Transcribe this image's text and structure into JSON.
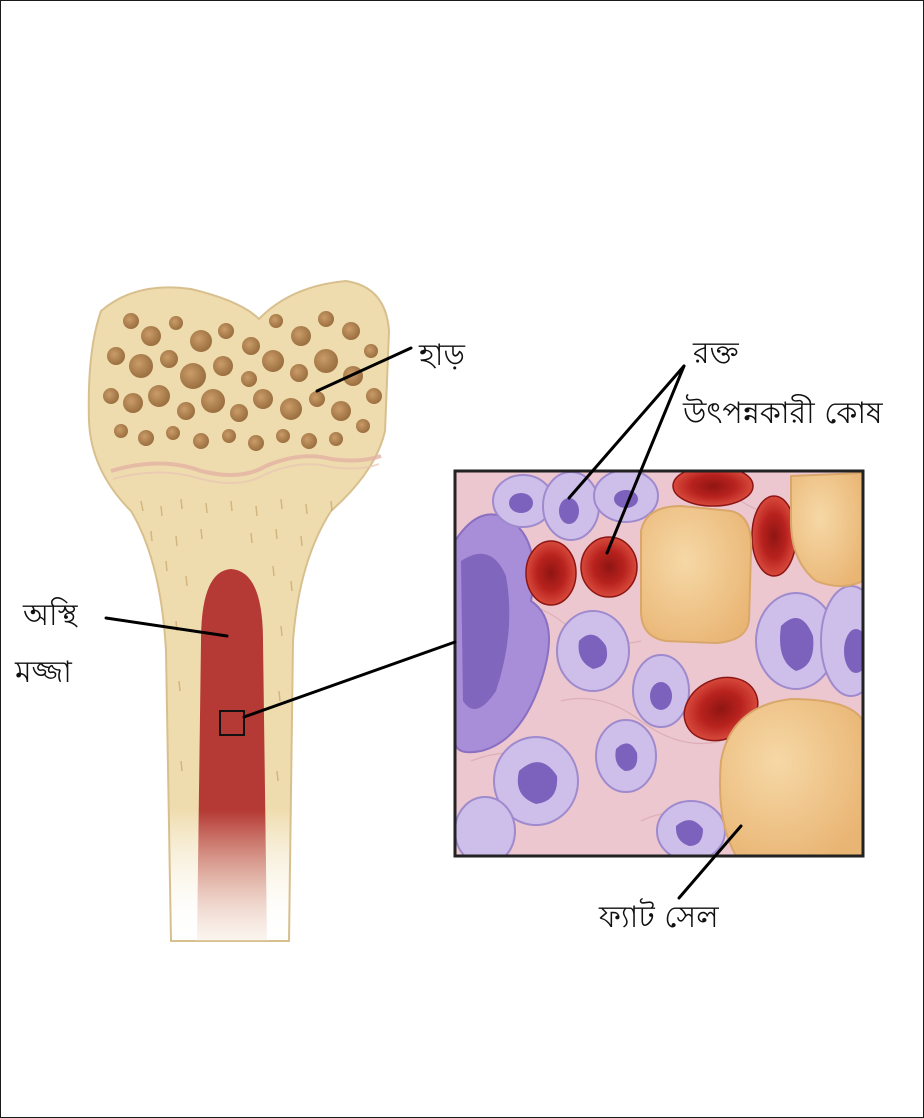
{
  "labels": {
    "bone": "হাড়",
    "blood_forming_cells_line1": "রক্ত",
    "blood_forming_cells_line2": "উৎপন্নকারী কোষ",
    "bone_marrow_line1": "অস্থি",
    "bone_marrow_line2": "মজ্জা",
    "fat_cell": "ফ্যাট সেল"
  },
  "colors": {
    "bone": "#efdcae",
    "spongy_bone_pores": "#b88b58",
    "marrow": "#b53a36",
    "red_blood_cell": "#b8221e",
    "white_blood_cell": "#c9b9e6",
    "fat_cell": "#f2c98e",
    "tissue_background": "#ecc7cf",
    "leader_line": "#000000"
  }
}
